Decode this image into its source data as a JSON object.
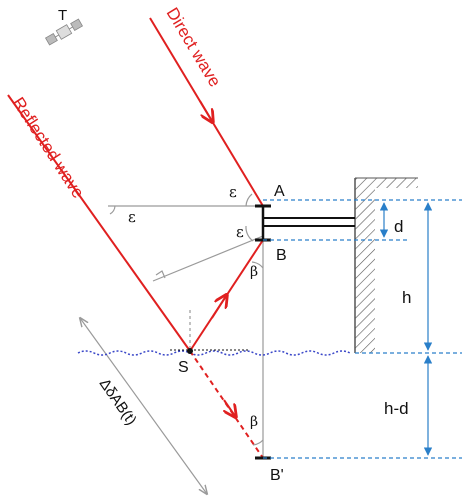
{
  "colors": {
    "wave": "#e02020",
    "dimension": "#2a7fc9",
    "guide": "#9a9a9a",
    "wall": "#555555",
    "water": "#3a47c8",
    "ink": "#111111"
  },
  "icons": {
    "satellite": "satellite-icon"
  },
  "labels": {
    "transmitter": "T",
    "direct_wave": "Direct wave",
    "reflected_wave": "Reflected wave",
    "point_a": "A",
    "point_b": "B",
    "point_s": "S",
    "point_b_image": "B'",
    "epsilon": "ε",
    "beta": "β",
    "d": "d",
    "h": "h",
    "h_minus_d": "h-d",
    "path_delay": "ΔδAB(t)"
  }
}
